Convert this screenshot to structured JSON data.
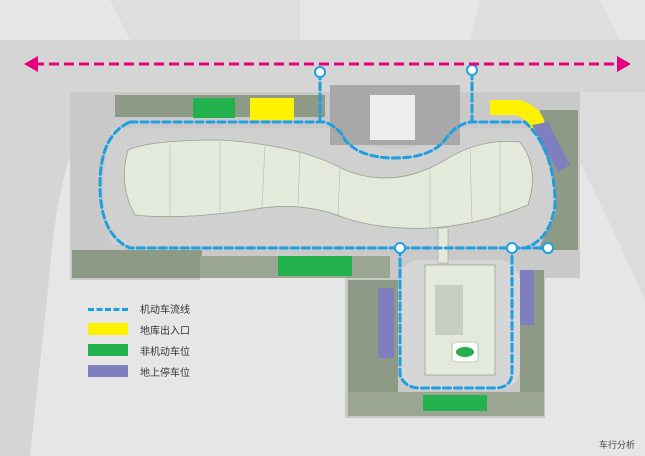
{
  "diagram": {
    "caption": "车行分析",
    "legend": [
      {
        "label": "机动车流线",
        "kind": "line",
        "color": "#1e9fe0"
      },
      {
        "label": "地库出入口",
        "kind": "block",
        "color": "#fff200"
      },
      {
        "label": "非机动车位",
        "kind": "block",
        "color": "#22b14c"
      },
      {
        "label": "地上停车位",
        "kind": "block",
        "color": "#7f7fbf"
      }
    ],
    "colors": {
      "arrow": "#e6007e",
      "flow": "#1e9fe0",
      "basement_entrance": "#fff200",
      "bike_parking": "#22b14c",
      "surface_parking": "#7f7fbf",
      "road": "#d9d9d9",
      "site": "#c7c7c7",
      "building": "#e4eadb",
      "greenery": "#7a8a74"
    }
  }
}
